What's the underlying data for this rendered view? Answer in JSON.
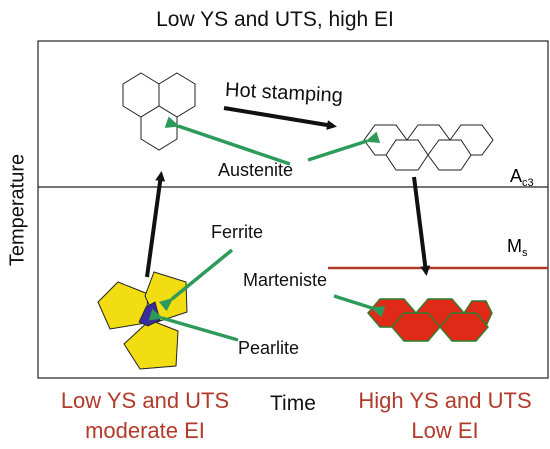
{
  "title": "Low YS and UTS, high EI",
  "axes": {
    "y_label": "Temperature",
    "x_label": "Time"
  },
  "captions": {
    "left_line1": "Low YS and UTS",
    "left_line2": "moderate EI",
    "right_line1": "High YS and UTS",
    "right_line2": "Low EI"
  },
  "labels": {
    "hot_stamping": "Hot stamping",
    "austenite": "Austenite",
    "ferrite": "Ferrite",
    "marteniste": "Marteniste",
    "pearlite": "Pearlite",
    "ac3_main": "A",
    "ac3_sub": "c3",
    "ms_main": "M",
    "ms_sub": "s"
  },
  "colors": {
    "ms_line": "#b23a2a",
    "caption_red": "#b23a2a",
    "pointer_green": "#2e9a5a",
    "ferrite_yellow": "#f2dc12",
    "pearlite_blue": "#3a2c9a",
    "martensite_red": "#e02a18",
    "martensite_edge": "#2f7a2f"
  }
}
